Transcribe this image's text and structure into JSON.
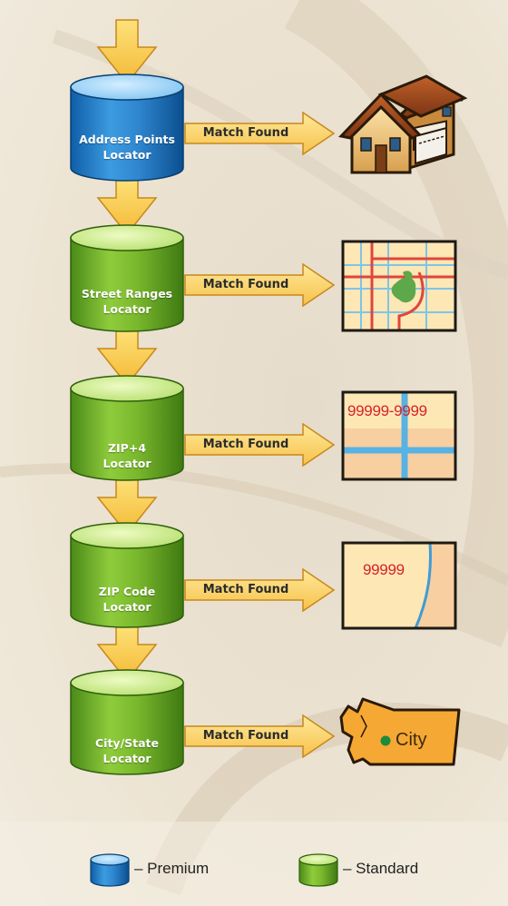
{
  "colors": {
    "premium": "#4aa3e3",
    "standard": "#8cc63f",
    "arrow": "#f7c948",
    "arrow_stroke": "#c7881a",
    "map_code": "#d6222b"
  },
  "locators": [
    {
      "line1": "Address Points",
      "line2": "Locator",
      "tier": "premium",
      "result": "Match Found",
      "result_icon": "house-icon"
    },
    {
      "line1": "Street Ranges",
      "line2": "Locator",
      "tier": "standard",
      "result": "Match Found",
      "result_icon": "street-map-icon"
    },
    {
      "line1": "ZIP+4",
      "line2": "Locator",
      "tier": "standard",
      "result": "Match Found",
      "result_icon": "zip4-map-icon"
    },
    {
      "line1": "ZIP Code",
      "line2": "Locator",
      "tier": "standard",
      "result": "Match Found",
      "result_icon": "zip-map-icon"
    },
    {
      "line1": "City/State",
      "line2": "Locator",
      "tier": "standard",
      "result": "Match Found",
      "result_icon": "state-shape-icon"
    }
  ],
  "map_labels": {
    "zip4": "99999-9999",
    "zip": "99999",
    "city": "City"
  },
  "legend": {
    "premium": "– Premium",
    "standard": "– Standard"
  }
}
